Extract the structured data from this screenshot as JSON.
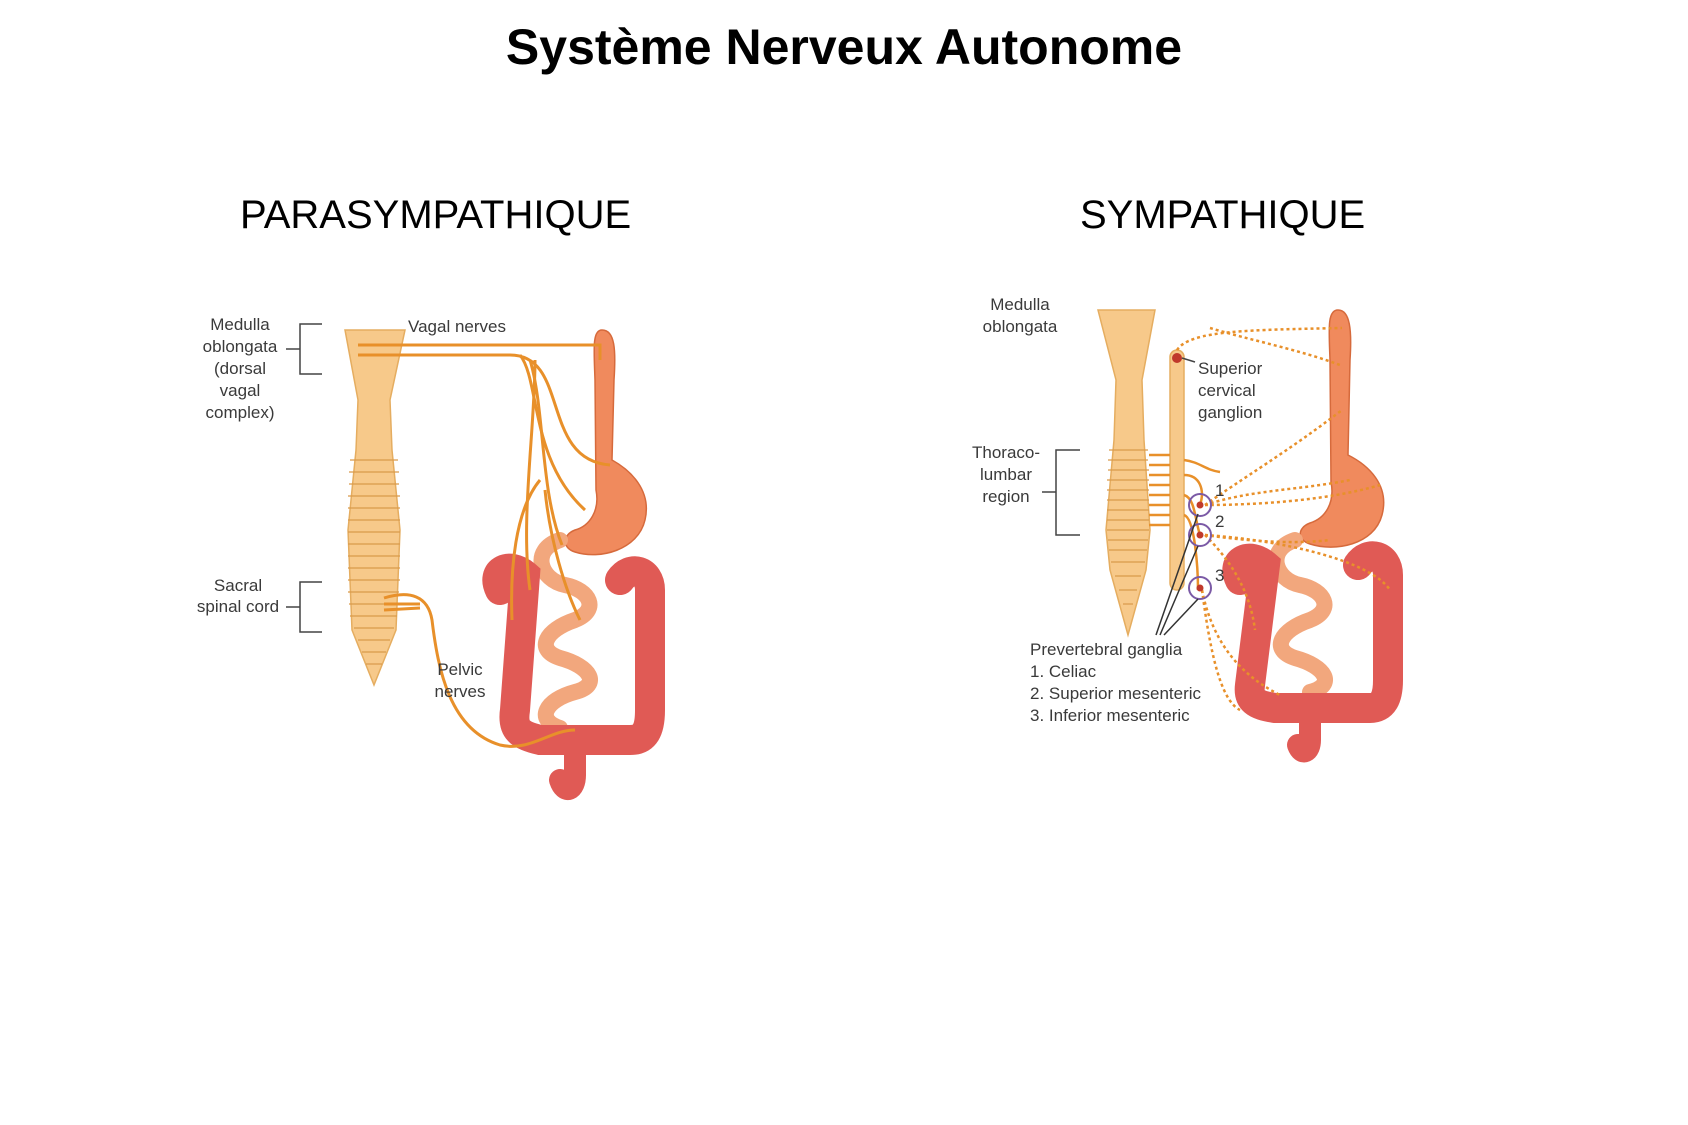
{
  "title": "Système Nerveux Autonome",
  "parasympathetic": {
    "heading": "PARASYMPATHIQUE",
    "medulla_label": [
      "Medulla",
      "oblongata",
      "(dorsal",
      "vagal",
      "complex)"
    ],
    "vagal_label": "Vagal nerves",
    "sacral_label": [
      "Sacral",
      "spinal cord"
    ],
    "pelvic_label": [
      "Pelvic",
      "nerves"
    ]
  },
  "sympathetic": {
    "heading": "SYMPATHIQUE",
    "medulla_label": [
      "Medulla",
      "oblongata"
    ],
    "scg_label": [
      "Superior",
      "cervical",
      "ganglion"
    ],
    "thoraco_label": [
      "Thoraco-",
      "lumbar",
      "region"
    ],
    "ganglia_numbers": [
      "1",
      "2",
      "3"
    ],
    "ganglia_legend": [
      "Prevertebral ganglia",
      "1. Celiac",
      "2. Superior mesenteric",
      "3. Inferior mesenteric"
    ]
  },
  "colors": {
    "spinal_cord": "#f7c98a",
    "nerve": "#e8902a",
    "stomach": "#f08a5d",
    "colon": "#e05a55",
    "ganglion_ring": "#7b5aa6"
  }
}
